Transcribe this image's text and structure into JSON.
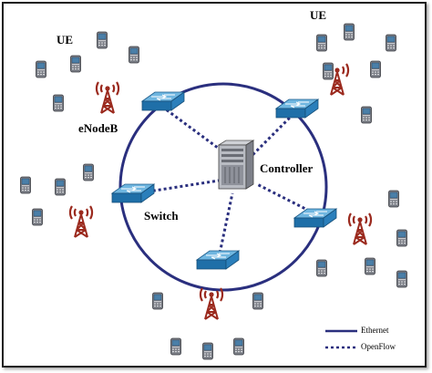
{
  "labels": {
    "ue_left": "UE",
    "ue_right": "UE",
    "enodeb": "eNodeB",
    "controller": "Controller",
    "switch": "Switch"
  },
  "legend": {
    "ethernet": "Ethernet",
    "openflow": "OpenFlow"
  },
  "colors": {
    "ring": "#2a2f7e",
    "tower": "#9b2a1e",
    "switch_top": "#5aa8d8",
    "switch_side": "#1f6fa8",
    "phone_body": "#7a7d85",
    "phone_screen": "#4a7fa8"
  },
  "icons": [
    "switch-icon",
    "server-icon",
    "tower-icon",
    "phone-icon"
  ]
}
